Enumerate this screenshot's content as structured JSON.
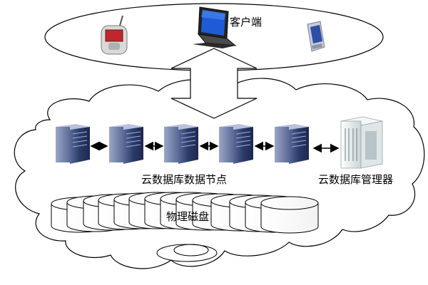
{
  "client": {
    "label": "客户端",
    "devices": [
      "phone-icon",
      "laptop-icon",
      "pda-icon"
    ]
  },
  "cloud": {
    "nodes_label": "云数据库数据节点",
    "manager_label": "云数据库管理器",
    "node_count": 5,
    "disks_label": "物理磁盘",
    "disk_count": 14
  },
  "colors": {
    "outline": "#000000",
    "server_dark": "#2b3a66",
    "server_light": "#7f8fb8",
    "manager_white": "#eef2f2",
    "phone_red": "#c0272d",
    "laptop_screen": "#1e5bd6"
  }
}
